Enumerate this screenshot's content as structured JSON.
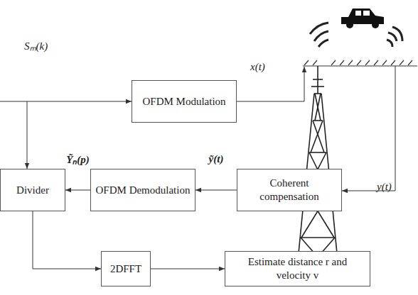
{
  "diagram": {
    "nodes": [
      {
        "text": [
          "OFDM Modulation"
        ]
      },
      {
        "text": [
          "Divider"
        ]
      },
      {
        "text": [
          "OFDM Demodulation"
        ]
      },
      {
        "text": [
          "Coherent compensation"
        ]
      },
      {
        "text": [
          "2DFFT"
        ]
      },
      {
        "text": [
          "Estimate distance r and velocity v"
        ]
      }
    ],
    "edges": [
      {
        "from": 3,
        "to": 2,
        "arrow": "to",
        "label": "ỹ(t)"
      },
      {
        "from": 2,
        "to": 1,
        "arrow": "to",
        "label": "Ỹₙ(p)"
      },
      {
        "from": 1,
        "to": 4,
        "arrow": "to"
      },
      {
        "from": 4,
        "to": 5,
        "arrow": "to"
      }
    ],
    "labels": [
      "Sₘ(k)",
      "x(t)",
      "y(t)"
    ]
  }
}
